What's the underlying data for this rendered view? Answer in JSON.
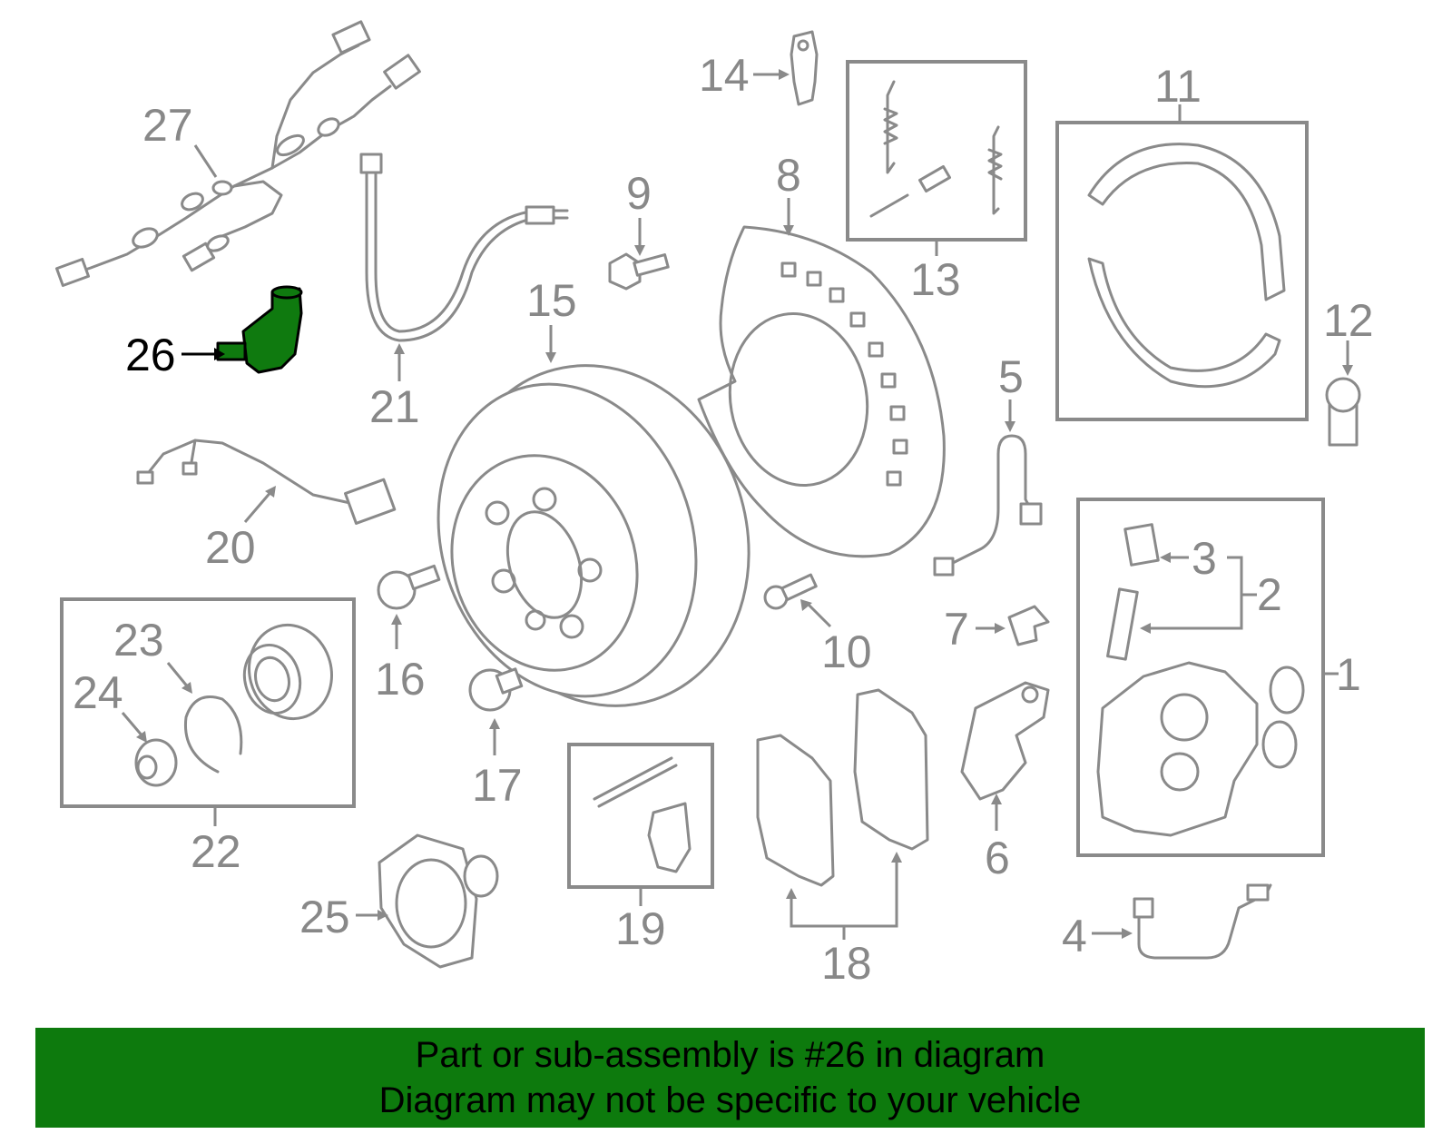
{
  "diagram": {
    "highlighted_part": "26",
    "callouts": [
      {
        "id": "c1",
        "text": "1"
      },
      {
        "id": "c2",
        "text": "2"
      },
      {
        "id": "c3",
        "text": "3"
      },
      {
        "id": "c4",
        "text": "4"
      },
      {
        "id": "c5",
        "text": "5"
      },
      {
        "id": "c6",
        "text": "6"
      },
      {
        "id": "c7",
        "text": "7"
      },
      {
        "id": "c8",
        "text": "8"
      },
      {
        "id": "c9",
        "text": "9"
      },
      {
        "id": "c10",
        "text": "10"
      },
      {
        "id": "c11",
        "text": "11"
      },
      {
        "id": "c12",
        "text": "12"
      },
      {
        "id": "c13",
        "text": "13"
      },
      {
        "id": "c14",
        "text": "14"
      },
      {
        "id": "c15",
        "text": "15"
      },
      {
        "id": "c16",
        "text": "16"
      },
      {
        "id": "c17",
        "text": "17"
      },
      {
        "id": "c18",
        "text": "18"
      },
      {
        "id": "c19",
        "text": "19"
      },
      {
        "id": "c20",
        "text": "20"
      },
      {
        "id": "c21",
        "text": "21"
      },
      {
        "id": "c22",
        "text": "22"
      },
      {
        "id": "c23",
        "text": "23"
      },
      {
        "id": "c24",
        "text": "24"
      },
      {
        "id": "c25",
        "text": "25"
      },
      {
        "id": "c26",
        "text": "26"
      },
      {
        "id": "c27",
        "text": "27"
      }
    ],
    "colors": {
      "linework": "#8a8a8a",
      "highlight_part": "#0f7a0f",
      "highlight_label": "#000000",
      "banner_background": "#0d7a0d"
    }
  },
  "banner": {
    "line1": "Part or sub-assembly is #26 in diagram",
    "line2": "Diagram may not be specific to your vehicle"
  }
}
